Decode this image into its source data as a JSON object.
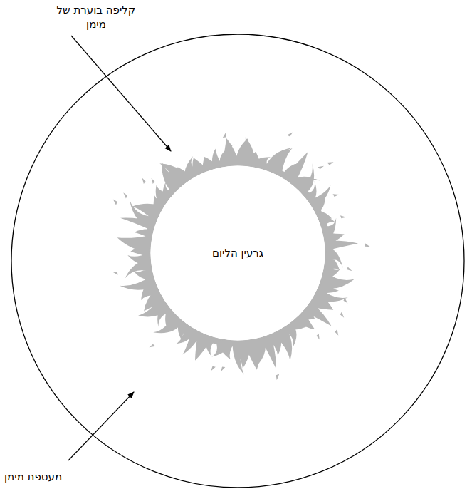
{
  "diagram": {
    "nodes": [
      {
        "text": [
          "גרעין הליום"
        ]
      }
    ],
    "labels": [
      "קליפה בוערת של מימן",
      "מעטפת מימן"
    ]
  }
}
